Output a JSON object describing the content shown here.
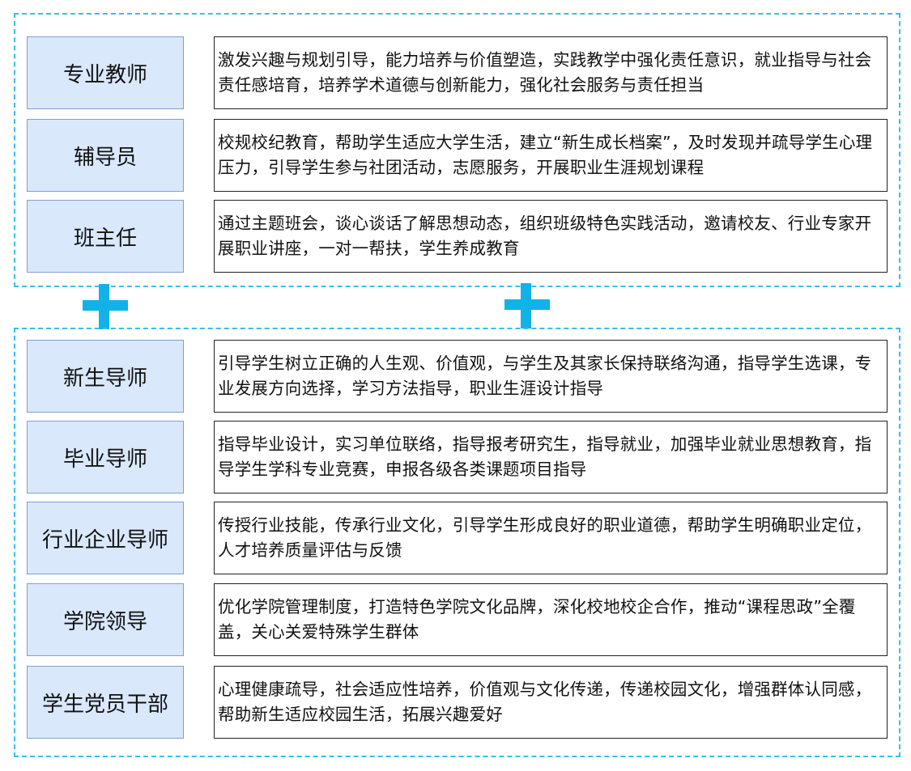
{
  "colors": {
    "dashed_border": "#3bbde8",
    "plus": "#10b2e8",
    "role_fill": "#dae8fc",
    "role_border": "#7f9fcf",
    "desc_border": "#222222"
  },
  "top_group": {
    "rows": [
      {
        "role": "专业教师",
        "desc": "激发兴趣与规划引导，能力培养与价值塑造，实践教学中强化责任意识，就业指导与社会责任感培育，培养学术道德与创新能力，强化社会服务与责任担当"
      },
      {
        "role": "辅导员",
        "desc": "校规校纪教育，帮助学生适应大学生活，建立“新生成长档案”，及时发现并疏导学生心理压力，引导学生参与社团活动，志愿服务，开展职业生涯规划课程"
      },
      {
        "role": "班主任",
        "desc": "通过主题班会，谈心谈话了解思想动态，组织班级特色实践活动，邀请校友、行业专家开展职业讲座，一对一帮扶，学生养成教育"
      }
    ]
  },
  "connectors": [
    {
      "icon": "plus-icon"
    },
    {
      "icon": "plus-icon"
    }
  ],
  "bottom_group": {
    "rows": [
      {
        "role": "新生导师",
        "desc": "引导学生树立正确的人生观、价值观，与学生及其家长保持联络沟通，指导学生选课，专业发展方向选择，学习方法指导，职业生涯设计指导"
      },
      {
        "role": "毕业导师",
        "desc": "指导毕业设计，实习单位联络，指导报考研究生，指导就业，加强毕业就业思想教育，指导学生学科专业竞赛，申报各级各类课题项目指导"
      },
      {
        "role": "行业企业导师",
        "desc": "传授行业技能，传承行业文化，引导学生形成良好的职业道德，帮助学生明确职业定位，人才培养质量评估与反馈"
      },
      {
        "role": "学院领导",
        "desc": "优化学院管理制度，打造特色学院文化品牌，深化校地校企合作，推动“课程思政”全覆盖，关心关爱特殊学生群体"
      },
      {
        "role": "学生党员干部",
        "desc": "心理健康疏导，社会适应性培养，价值观与文化传递，传递校园文化，增强群体认同感，帮助新生适应校园生活，拓展兴趣爱好"
      }
    ]
  }
}
